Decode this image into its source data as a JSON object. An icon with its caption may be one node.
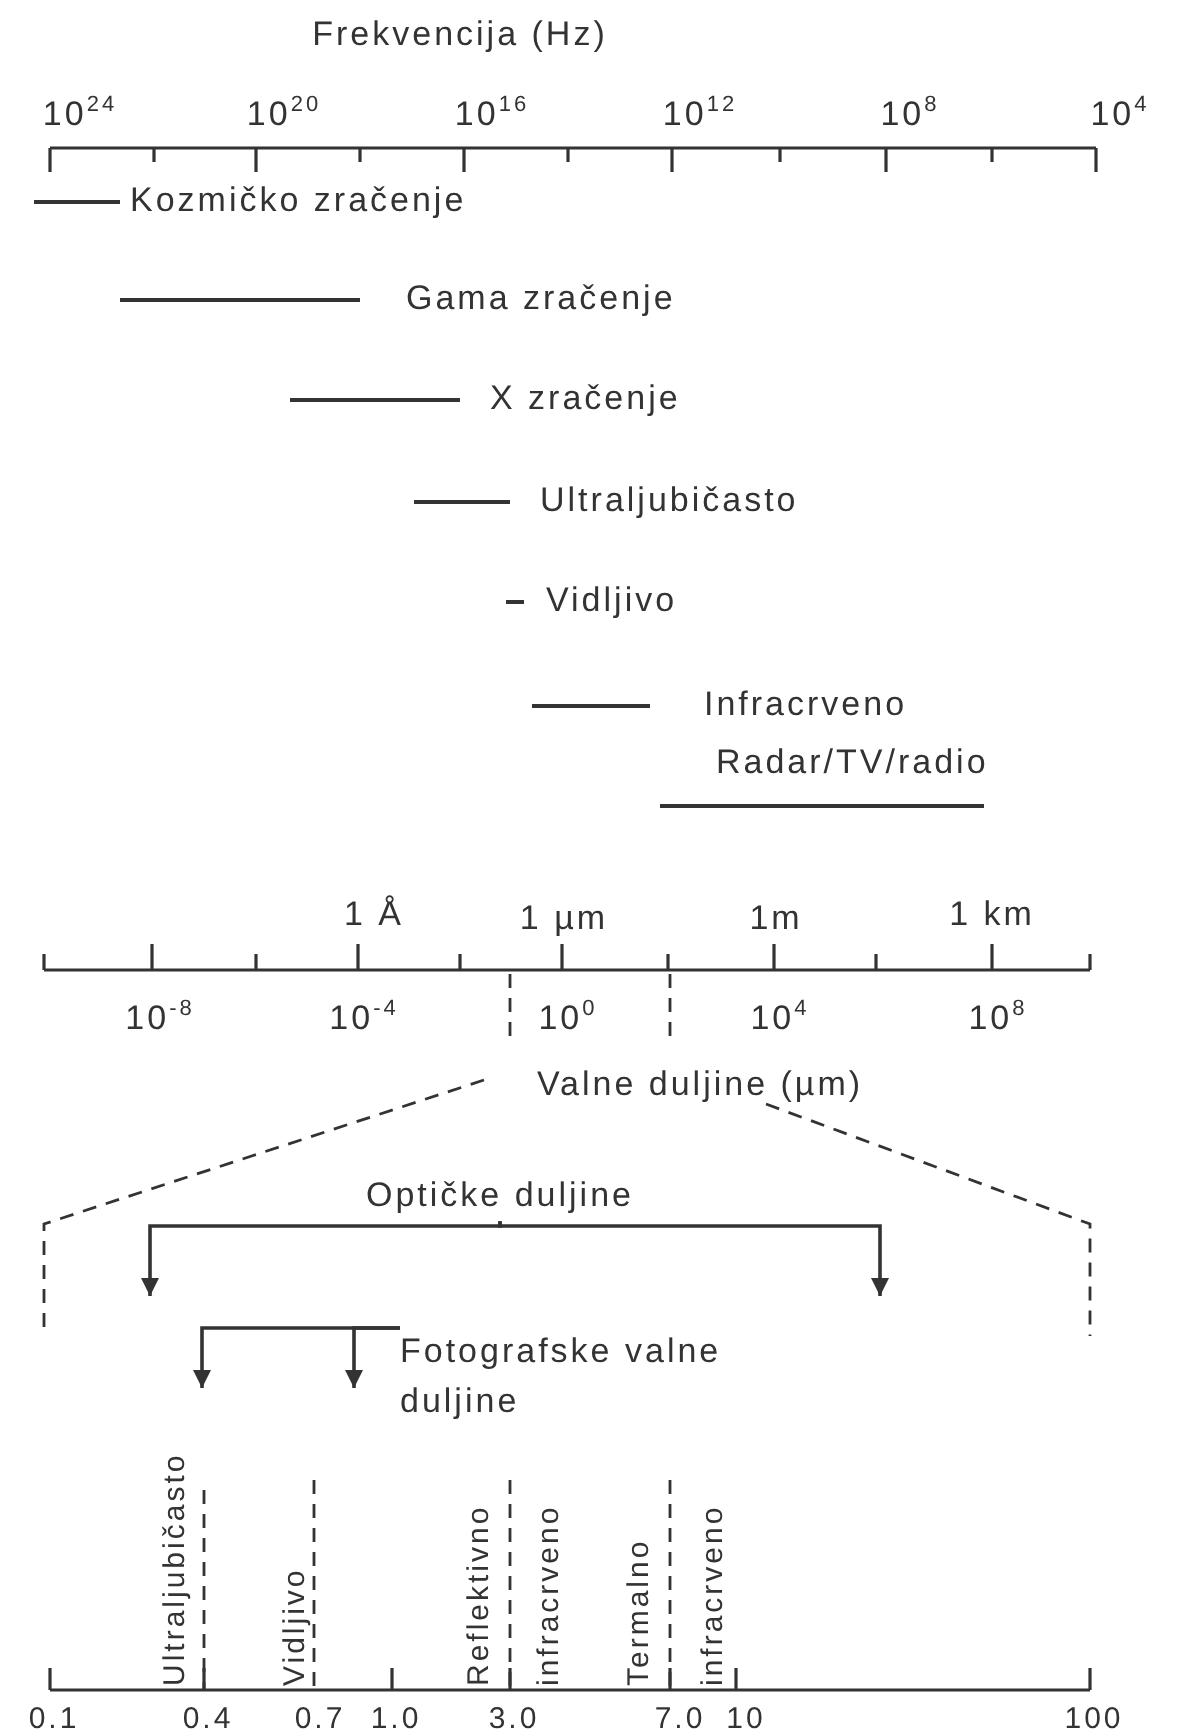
{
  "diagram": {
    "nodes": [
      {
        "text": [
          "Optičke duljine"
        ]
      },
      {
        "text": [
          "Fotografske valne duljine"
        ]
      }
    ],
    "edges": [
      {
        "from": 0,
        "to": null,
        "arrow": "to"
      },
      {
        "from": 0,
        "to": null,
        "arrow": "to"
      },
      {
        "from": 1,
        "to": null,
        "arrow": "to"
      },
      {
        "from": 1,
        "to": null,
        "arrow": "to"
      }
    ],
    "labels": [
      "Frekvencija (Hz)",
      "10$^{24}$",
      "10$^{20}$",
      "10$^{16}$",
      "10$^{12}$",
      "10$^{8}$",
      "10$^{4}$",
      "Kozmičko zračenje",
      "Gama zračenje",
      "X zračenje",
      "Ultraljubičasto",
      "Vidljivo",
      "Infracrveno",
      "Radar/TV/radio",
      "1 Å",
      "1 µm",
      "1m",
      "1 km",
      "10$^{-8}$",
      "10$^{-4}$",
      "10$^{0}$",
      "10$^{4}$",
      "10$^{8}$",
      "Valne duljine (µm)",
      "Ultraljubičasto",
      "Vidljivo",
      "Reflektivno",
      "infracrveno",
      "Termalno",
      "infracrveno",
      "0.1",
      "0.4",
      "0.7",
      "1.0",
      "3.0",
      "7.0",
      "10",
      "100"
    ]
  }
}
